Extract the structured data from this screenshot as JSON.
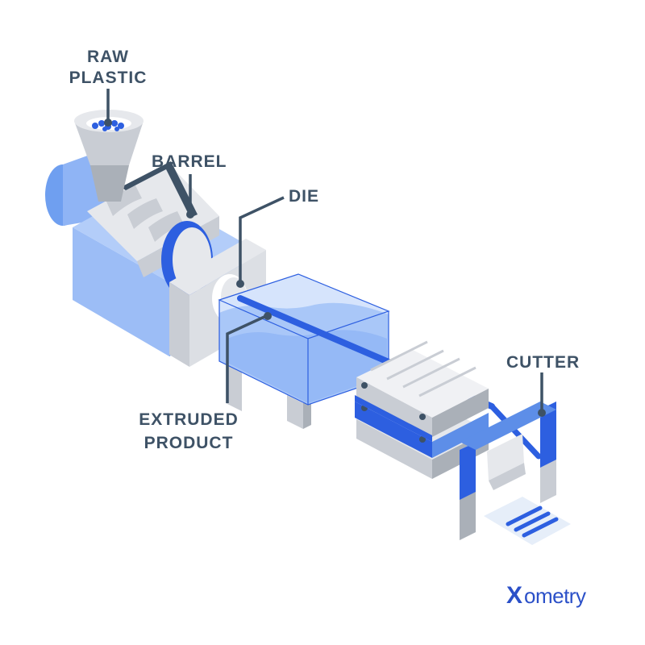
{
  "labels": {
    "raw_plastic_line1": "RAW",
    "raw_plastic_line2": "PLASTIC",
    "barrel": "BARREL",
    "die": "DIE",
    "extruded_line1": "EXTRUDED",
    "extruded_line2": "PRODUCT",
    "cutter": "CUTTER"
  },
  "brand": {
    "name": "ometry",
    "mark": "X"
  },
  "colors": {
    "label_text": "#3e5266",
    "brand_blue": "#2b50c8",
    "machine_blue": "#8fb4f5",
    "machine_blue_dark": "#5d8ee8",
    "accent_blue": "#2d5fe0",
    "grey_light": "#e6e8ec",
    "grey_mid": "#c9cdd4",
    "grey_dark": "#aab0b8",
    "water": "#9dc0f7"
  }
}
